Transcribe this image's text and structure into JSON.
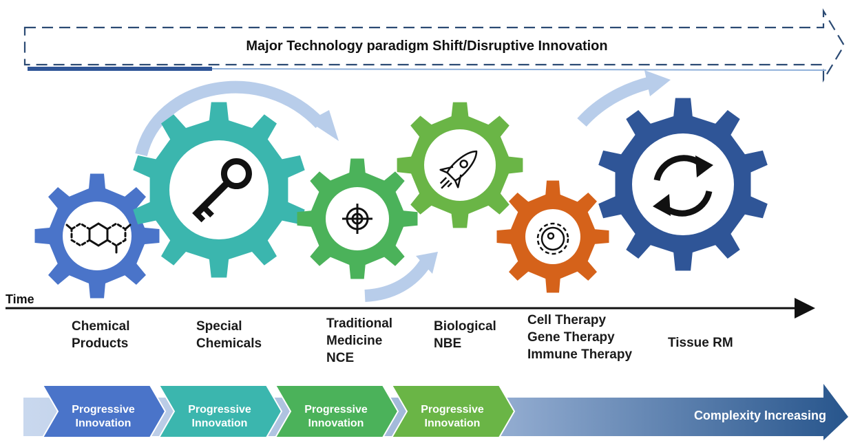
{
  "banner": {
    "text": "Major Technology paradigm Shift/Disruptive Innovation"
  },
  "axis": {
    "label": "Time"
  },
  "stages": [
    {
      "lines": [
        "Chemical",
        "Products"
      ],
      "icon": "molecule-icon",
      "color": "#4a74c9"
    },
    {
      "lines": [
        "Special",
        "Chemicals"
      ],
      "icon": "key-icon",
      "color": "#3bb6ae"
    },
    {
      "lines": [
        "Traditional",
        "Medicine",
        "NCE"
      ],
      "icon": "target-icon",
      "color": "#4bb25a"
    },
    {
      "lines": [
        "Biological",
        "NBE"
      ],
      "icon": "rocket-icon",
      "color": "#6ab546"
    },
    {
      "lines": [
        "Cell Therapy",
        "Gene Therapy",
        "Immune Therapy"
      ],
      "icon": "cell-icon",
      "color": "#d5621a"
    },
    {
      "lines": [
        "Tissue RM"
      ],
      "icon": "refresh-icon",
      "color": "#2f5597"
    }
  ],
  "chevrons": [
    {
      "line1": "Progressive",
      "line2": "Innovation",
      "color": "#4a74c9"
    },
    {
      "line1": "Progressive",
      "line2": "Innovation",
      "color": "#3bb6ae"
    },
    {
      "line1": "Progressive",
      "line2": "Innovation",
      "color": "#4bb25a"
    },
    {
      "line1": "Progressive",
      "line2": "Innovation",
      "color": "#6ab546"
    }
  ],
  "bottom_arrow": {
    "text": "Complexity Increasing"
  }
}
